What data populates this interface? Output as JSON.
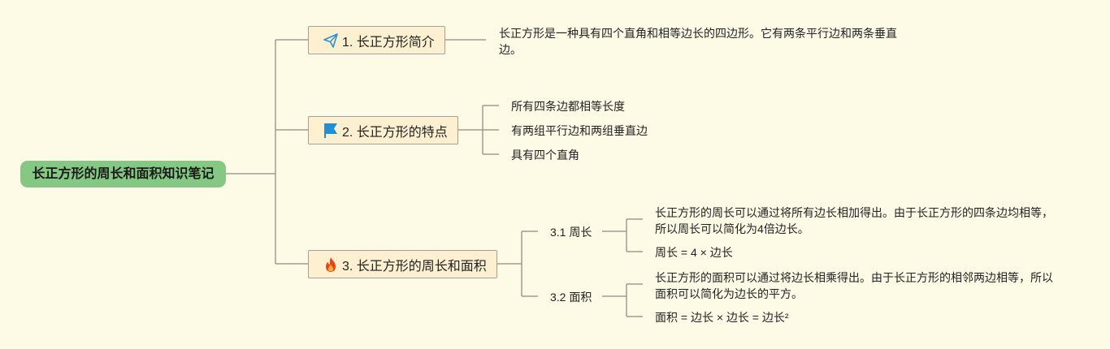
{
  "root": {
    "label": "长正方形的周长和面积知识笔记"
  },
  "branches": [
    {
      "label": "1. 长正方形简介",
      "icon": "paper-plane-icon",
      "icon_color": "#2a8fd6",
      "notes": [
        {
          "lines": [
            "长正方形是一种具有四个直角和相等边长的四边形。它有两条平行边和两条垂直",
            "边。"
          ]
        }
      ]
    },
    {
      "label": "2. 长正方形的特点",
      "icon": "flag-icon",
      "icon_color": "#1f8fd6",
      "items": [
        {
          "label": "所有四条边都相等长度"
        },
        {
          "label": "有两组平行边和两组垂直边"
        },
        {
          "label": "具有四个直角"
        }
      ]
    },
    {
      "label": "3. 长正方形的周长和面积",
      "icon": "fire-icon",
      "icon_color": "#e8431f",
      "subtopics": [
        {
          "label": "3.1 周长",
          "items": [
            {
              "lines": [
                "长正方形的周长可以通过将所有边长相加得出。由于长正方形的四条边均相等，",
                "所以周长可以简化为4倍边长。"
              ]
            },
            {
              "lines": [
                "周长 = 4 × 边长"
              ]
            }
          ]
        },
        {
          "label": "3.2 面积",
          "items": [
            {
              "lines": [
                "长正方形的面积可以通过将边长相乘得出。由于长正方形的相邻两边相等，所以",
                "面积可以简化为边长的平方。"
              ]
            },
            {
              "lines": [
                "面积 = 边长 × 边长 = 边长²"
              ]
            }
          ]
        }
      ]
    }
  ],
  "colors": {
    "background": "#fdfbe6",
    "root_fill": "#84c884",
    "branch_fill": "#fcf0d0",
    "connector": "#9c9c92"
  }
}
